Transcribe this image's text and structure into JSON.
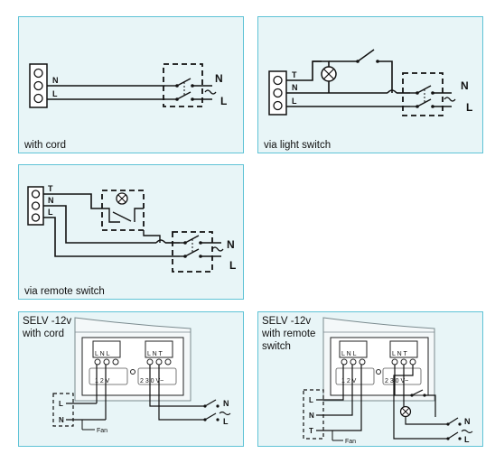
{
  "panels": [
    {
      "caption": "with cord",
      "labels": {
        "terminal_n": "N",
        "terminal_l": "L",
        "out_n": "N",
        "out_l": "L"
      }
    },
    {
      "caption": "via light switch",
      "labels": {
        "terminal_t": "T",
        "terminal_n": "N",
        "terminal_l": "L",
        "out_n": "N",
        "out_l": "L"
      }
    },
    {
      "caption": "via remote switch",
      "labels": {
        "terminal_t": "T",
        "terminal_n": "N",
        "terminal_l": "L",
        "out_n": "N",
        "out_l": "L"
      }
    },
    {
      "caption": "SELV -12v\nwith cord",
      "labels": {
        "box_l": "L",
        "box_n": "N",
        "out_n": "N",
        "out_l": "L",
        "fan": "Fan",
        "v12": "1 2 V",
        "v230": "2 3 0 V~",
        "pins_l": "L N L",
        "pins_r": "L N T"
      }
    },
    {
      "caption": "SELV -12v\nwith remote\nswitch",
      "labels": {
        "box_l": "L",
        "box_n": "N",
        "box_t": "T",
        "out_n": "N",
        "out_l": "L",
        "fan": "Fan",
        "v12": "1 2 V",
        "v230": "2 3 0 V~",
        "pins_l": "L N L",
        "pins_r": "L N T"
      }
    }
  ],
  "colors": {
    "panel_bg": "#e8f5f7",
    "panel_border": "#5fc3d6",
    "wire": "#111111"
  }
}
